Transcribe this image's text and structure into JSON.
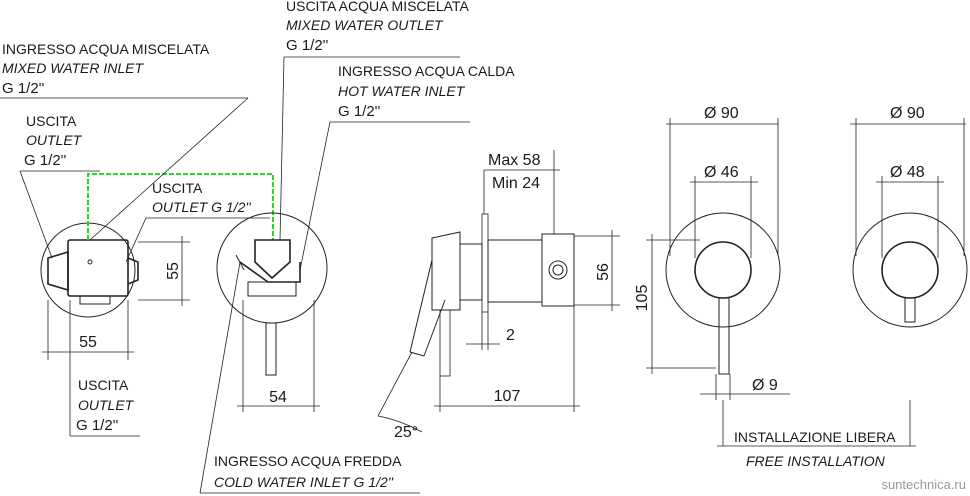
{
  "labels": {
    "mixed_outlet": {
      "it": "USCITA ACQUA MISCELATA",
      "en": "MIXED WATER OUTLET",
      "size": "G 1/2''"
    },
    "mixed_inlet": {
      "it": "INGRESSO ACQUA MISCELATA",
      "en": "MIXED WATER INLET",
      "size": "G 1/2''"
    },
    "hot_inlet": {
      "it": "INGRESSO ACQUA CALDA",
      "en": "HOT WATER INLET",
      "size": "G 1/2''"
    },
    "outlet_top": {
      "it": "USCITA",
      "en": "OUTLET",
      "size": "G 1/2''"
    },
    "outlet_mid": {
      "it": "USCITA",
      "en": "OUTLET G 1/2''"
    },
    "outlet_bottom": {
      "it": "USCITA",
      "en": "OUTLET",
      "size": "G 1/2''"
    },
    "cold_inlet": {
      "it": "INGRESSO ACQUA FREDDA",
      "en": "COLD WATER INLET G 1/2''"
    },
    "free_install": {
      "it": "INSTALLAZIONE LIBERA",
      "en": "FREE INSTALLATION"
    }
  },
  "dimensions": {
    "max": "Max 58",
    "min": "Min 24",
    "d55_h": "55",
    "d55_v": "55",
    "d54": "54",
    "d56": "56",
    "d2": "2",
    "d107": "107",
    "d25": "25°",
    "d105": "105",
    "d9": "Ø 9",
    "plate1_outer": "Ø 90",
    "plate1_inner": "Ø 46",
    "plate2_outer": "Ø 90",
    "plate2_inner": "Ø 48"
  },
  "watermark": "suntechnica.ru",
  "colors": {
    "line": "#222222",
    "pipe_highlight": "#22dd22",
    "watermark": "#9a9a9a"
  }
}
